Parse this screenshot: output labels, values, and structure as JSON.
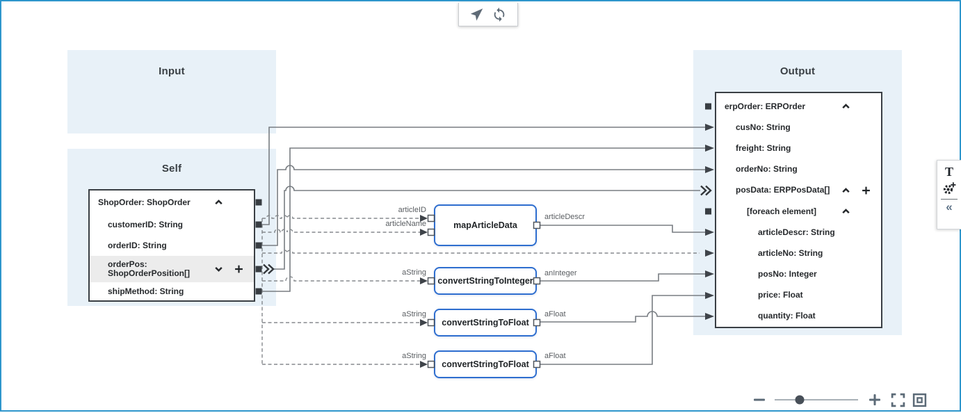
{
  "top_toolbar": {
    "icons": [
      {
        "name": "navigate-icon"
      },
      {
        "name": "sync-refresh-icon"
      }
    ]
  },
  "panels": {
    "input": {
      "title": "Input"
    },
    "self": {
      "title": "Self"
    },
    "output": {
      "title": "Output"
    }
  },
  "self_tree": {
    "root": "ShopOrder: ShopOrder",
    "children": [
      "customerID: String",
      "orderID: String",
      "orderPos: ShopOrderPosition[]",
      "shipMethod: String"
    ],
    "selected_row": "orderPos: ShopOrderPosition[]"
  },
  "output_tree": {
    "root": "erpOrder: ERPOrder",
    "level1": [
      "cusNo: String",
      "freight: String",
      "orderNo: String",
      "posData: ERPPosData[]"
    ],
    "foreach": "[foreach element]",
    "leaves": [
      "articleDescr: String",
      "articleNo: String",
      "posNo: Integer",
      "price: Float",
      "quantity: Float"
    ]
  },
  "functions": [
    {
      "name": "mapArticleData",
      "in1": "articleID",
      "in2": "articleName",
      "out": "articleDescr"
    },
    {
      "name": "convertStringToInteger",
      "in1": "aString",
      "out": "anInteger"
    },
    {
      "name": "convertStringToFloat",
      "in1": "aString",
      "out": "aFloat"
    },
    {
      "name": "convertStringToFloat",
      "in1": "aString",
      "out": "aFloat"
    }
  ],
  "side_toolbar": {
    "text_tool": "T",
    "collapse": "«"
  },
  "zoom_controls": {
    "slider_position": 0.3
  },
  "colors": {
    "frame": "#2e96cc",
    "panel": "#e8f1f8",
    "function_border": "#2e6ecf",
    "tree_border": "#3a3f44",
    "line": "#787d82",
    "selected_row": "#ececec"
  }
}
